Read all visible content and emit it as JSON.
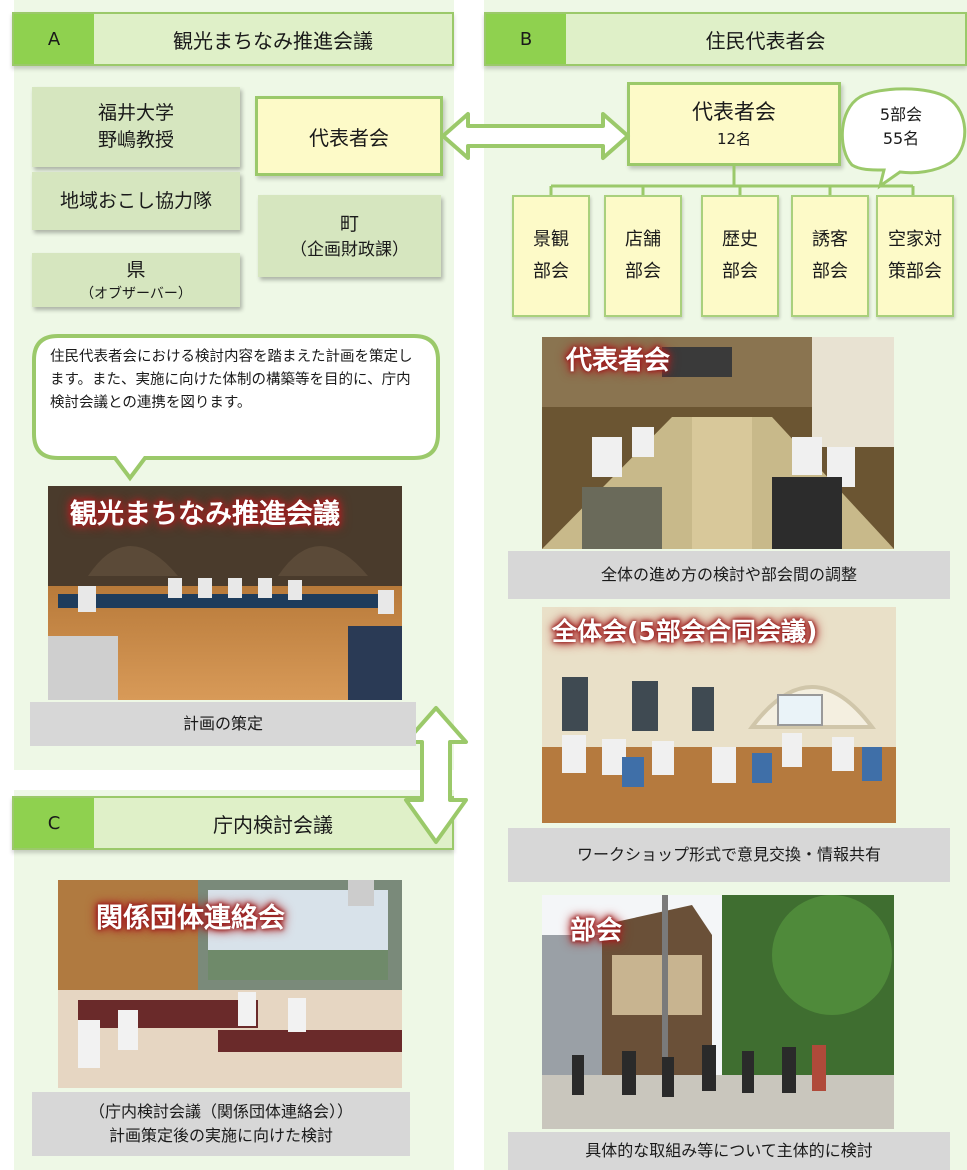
{
  "sectionA": {
    "letter": "A",
    "title": "観光まちなみ推進会議",
    "members": {
      "univ": [
        "福井大学",
        "野嶋教授"
      ],
      "coop": "地域おこし協力隊",
      "pref": "県",
      "pref_note": "（オブザーバー）",
      "town": "町",
      "town_note": "（企画財政課）"
    },
    "rep_box": "代表者会",
    "callout": "住民代表者会における検討内容を踏まえた計画を策定します。また、実施に向けた体制の構築等を目的に、庁内検討会議との連携を図ります。",
    "photo_label": "観光まちなみ推進会議",
    "caption": "計画の策定"
  },
  "sectionB": {
    "letter": "B",
    "title": "住民代表者会",
    "rep_title": "代表者会",
    "rep_count": "12名",
    "bubble": [
      "5部会",
      "55名"
    ],
    "departments": [
      {
        "label": [
          "景観",
          "部会"
        ]
      },
      {
        "label": [
          "店舗",
          "部会"
        ]
      },
      {
        "label": [
          "歴史",
          "部会"
        ]
      },
      {
        "label": [
          "誘客",
          "部会"
        ]
      },
      {
        "label": [
          "空家対",
          "策部会"
        ]
      }
    ],
    "photos": [
      {
        "label": "代表者会",
        "caption": "全体の進め方の検討や部会間の調整"
      },
      {
        "label": "全体会(5部会合同会議)",
        "caption": "ワークショップ形式で意見交換・情報共有"
      },
      {
        "label": "部会",
        "caption": "具体的な取組み等について主体的に検討"
      }
    ]
  },
  "sectionC": {
    "letter": "C",
    "title": "庁内検討会議",
    "photo_label": "関係団体連絡会",
    "caption": [
      "（庁内検討会議（関係団体連絡会））",
      "計画策定後の実施に向けた検討"
    ]
  },
  "colors": {
    "panel_bg": "#eef8e6",
    "header_bg": "#dff0c8",
    "letter_bg": "#8fd14f",
    "box_green": "#d6e6bf",
    "box_yellow": "#fdfac8",
    "outline_green": "#9bc96a",
    "caption_gray": "#d7d7d7"
  }
}
